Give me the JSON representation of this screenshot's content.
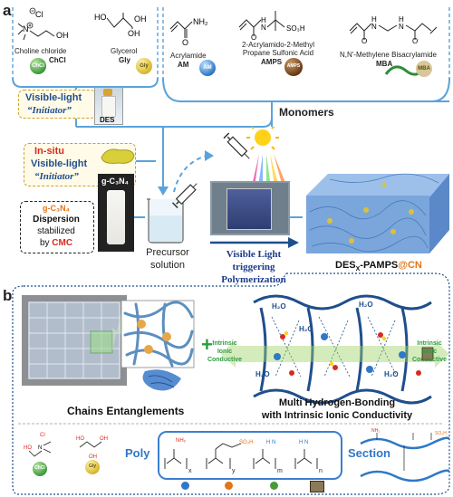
{
  "panel_a": {
    "label": "a",
    "chemicals": {
      "choline": {
        "name": "Choline chloride",
        "abbr": "ChCl",
        "ball": "ChCl"
      },
      "glycerol": {
        "name": "Glycerol",
        "abbr": "Gly",
        "ball": "Gly"
      },
      "acrylamide": {
        "name": "Acrylamide",
        "abbr": "AM",
        "ball": "AM"
      },
      "amps": {
        "name_line1": "2-Acrylamido-2-Methyl",
        "name_line2": "Propane Sulfonic Acid",
        "abbr": "AMPS",
        "ball": "AMPS"
      },
      "mba": {
        "name": "N,N'-Methylene Bisacrylamide",
        "abbr": "MBA",
        "ball": "MBA"
      }
    },
    "initiator_box": {
      "line1": "Visible-light",
      "line2": "“Initiator”",
      "vial_label": "DES"
    },
    "monomers_label": "Monomers",
    "insitu_box": {
      "line1": "In-situ",
      "line2": "Visible-light",
      "line3": "“Initiator”"
    },
    "gcn_label": "g-C₃N₄",
    "dispersion_box": {
      "line1": "g-C₃N₄",
      "line2": "Dispersion",
      "line3": "stabilized",
      "line4_prefix": "by",
      "line4_highlight": "CMC"
    },
    "precursor_label": {
      "line1": "Precursor",
      "line2": "solution"
    },
    "polymerization_label": {
      "line1": "Visible Light",
      "line2": "triggering",
      "line3": "Polymerization"
    },
    "product_label": {
      "prefix": "DES",
      "sub": "X",
      "middle": "-PAMPS",
      "suffix": "@CN"
    }
  },
  "panel_b": {
    "label": "b",
    "chains_label": "Chains Entanglements",
    "hbond_label": {
      "line1": "Multi Hydrogen-Bonding",
      "line2": "with Intrinsic Ionic Conductivity"
    },
    "intrinsic_left": {
      "line1": "Intrinsic",
      "line2": "Ionic",
      "line3": "Conductive"
    },
    "intrinsic_right": {
      "line1": "Intrinsic",
      "line2": "Ionic",
      "line3": "Conductive"
    },
    "water_label": "H₂O",
    "poly_label": "Poly",
    "section_label": "Section",
    "balls": {
      "chcl": "ChCl",
      "gly": "Gly"
    },
    "subscripts": [
      "x",
      "y",
      "m",
      "n"
    ],
    "so3h": "SO₃H"
  },
  "colors": {
    "line_blue": "#5aa3dc",
    "dark_blue": "#1f4e8c",
    "red": "#d62b1f",
    "orange": "#e2761b",
    "green": "#2e9c3f",
    "gold": "#c7a326",
    "title_blue": "#1d3a8a"
  }
}
